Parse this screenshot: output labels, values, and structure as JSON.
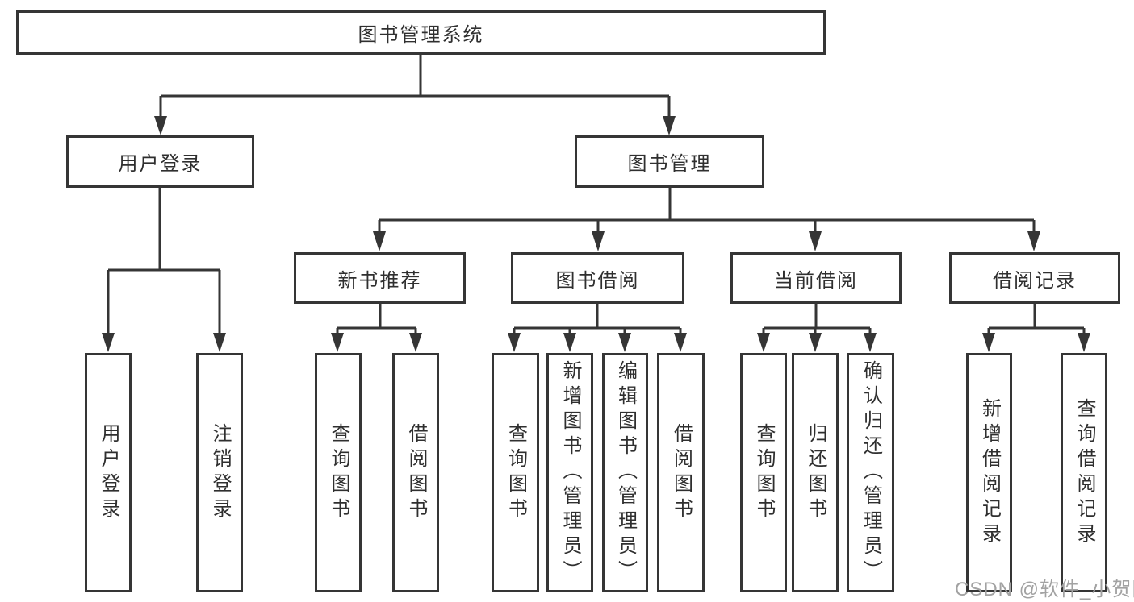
{
  "tree": {
    "root": {
      "label": "图书管理系统"
    },
    "branches": [
      {
        "label": "用户登录",
        "children": [
          {
            "label": "用户登录"
          },
          {
            "label": "注销登录"
          }
        ]
      },
      {
        "label": "图书管理",
        "sections": [
          {
            "label": "新书推荐",
            "children": [
              {
                "label": "查询图书"
              },
              {
                "label": "借阅图书"
              }
            ]
          },
          {
            "label": "图书借阅",
            "children": [
              {
                "label": "查询图书"
              },
              {
                "label": "新增图书（管理员）"
              },
              {
                "label": "编辑图书（管理员）"
              },
              {
                "label": "借阅图书"
              }
            ]
          },
          {
            "label": "当前借阅",
            "children": [
              {
                "label": "查询图书"
              },
              {
                "label": "归还图书"
              },
              {
                "label": "确认归还（管理员）"
              }
            ]
          },
          {
            "label": "借阅记录",
            "children": [
              {
                "label": "新增借阅记录"
              },
              {
                "label": "查询借阅记录"
              }
            ]
          }
        ]
      }
    ]
  },
  "watermark": {
    "text": "CSDN @软件_小贺同学"
  },
  "colors": {
    "line": "#353535",
    "box_border": "#353535",
    "text": "#2f2f2f",
    "watermark": "#a2a2a2",
    "background": "#ffffff"
  }
}
